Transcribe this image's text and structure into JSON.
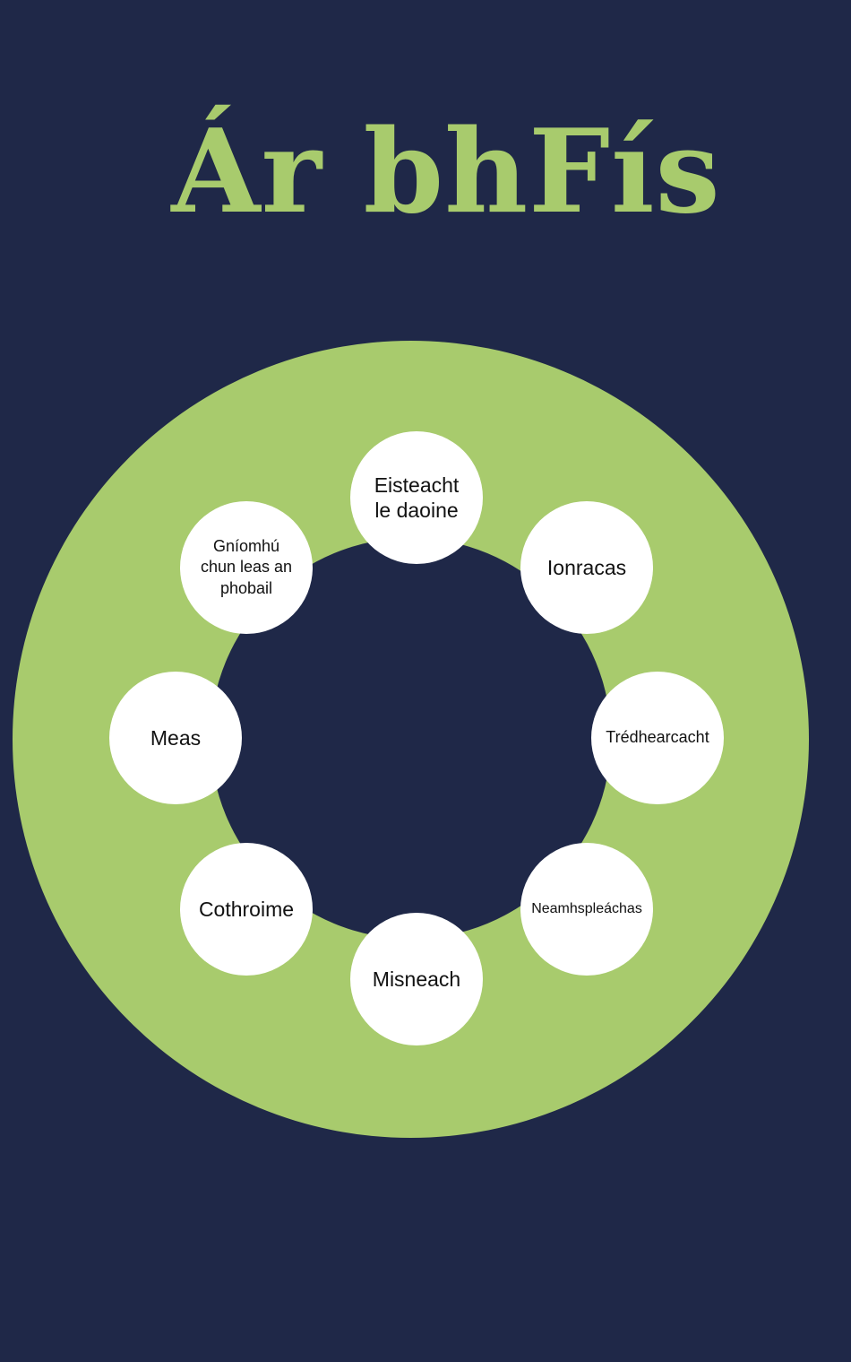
{
  "title": "Ár bhFís",
  "colors": {
    "background": "#1f2848",
    "ring": "#a8cb6d",
    "title": "#a8cb6d",
    "node": "#ffffff"
  },
  "values": [
    "Eisteacht\nle daoine",
    "Ionracas",
    "Trédhearcacht",
    "Neamhspleáchas",
    "Misneach",
    "Cothroime",
    "Meas",
    "Gníomhú\nchun leas an\nphobail"
  ]
}
